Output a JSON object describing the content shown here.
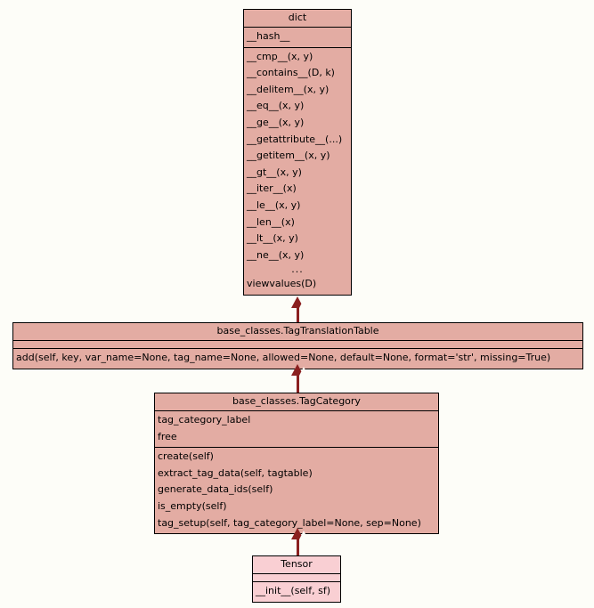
{
  "diagram": {
    "type": "uml-class-diagram",
    "background_color": "#fdfdf8",
    "class_fill_color": "#e3aca3",
    "leaf_fill_color": "#f9cfd3",
    "border_color": "#000000",
    "relation_color": "#8b2020",
    "relation_type": "generalization"
  },
  "classes": {
    "dict": {
      "name": "dict",
      "attributes": [
        "__hash__"
      ],
      "methods": [
        "__cmp__(x, y)",
        "__contains__(D, k)",
        "__delitem__(x, y)",
        "__eq__(x, y)",
        "__ge__(x, y)",
        "__getattribute__(...)",
        "__getitem__(x, y)",
        "__gt__(x, y)",
        "__iter__(x)",
        "__le__(x, y)",
        "__len__(x)",
        "__lt__(x, y)",
        "__ne__(x, y)",
        "...",
        "viewvalues(D)"
      ]
    },
    "tag_translation_table": {
      "name": "base_classes.TagTranslationTable",
      "attributes": [],
      "methods": [
        "add(self, key, var_name=None, tag_name=None, allowed=None, default=None, format='str', missing=True)"
      ]
    },
    "tag_category": {
      "name": "base_classes.TagCategory",
      "attributes": [
        "tag_category_label",
        "free"
      ],
      "methods": [
        "create(self)",
        "extract_tag_data(self, tagtable)",
        "generate_data_ids(self)",
        "is_empty(self)",
        "tag_setup(self, tag_category_label=None, sep=None)"
      ]
    },
    "tensor": {
      "name": "Tensor",
      "attributes": [],
      "methods": [
        "__init__(self, sf)"
      ]
    }
  },
  "relations": [
    {
      "from": "base_classes.TagTranslationTable",
      "to": "dict",
      "kind": "inherits"
    },
    {
      "from": "base_classes.TagCategory",
      "to": "base_classes.TagTranslationTable",
      "kind": "inherits"
    },
    {
      "from": "Tensor",
      "to": "base_classes.TagCategory",
      "kind": "inherits"
    }
  ]
}
